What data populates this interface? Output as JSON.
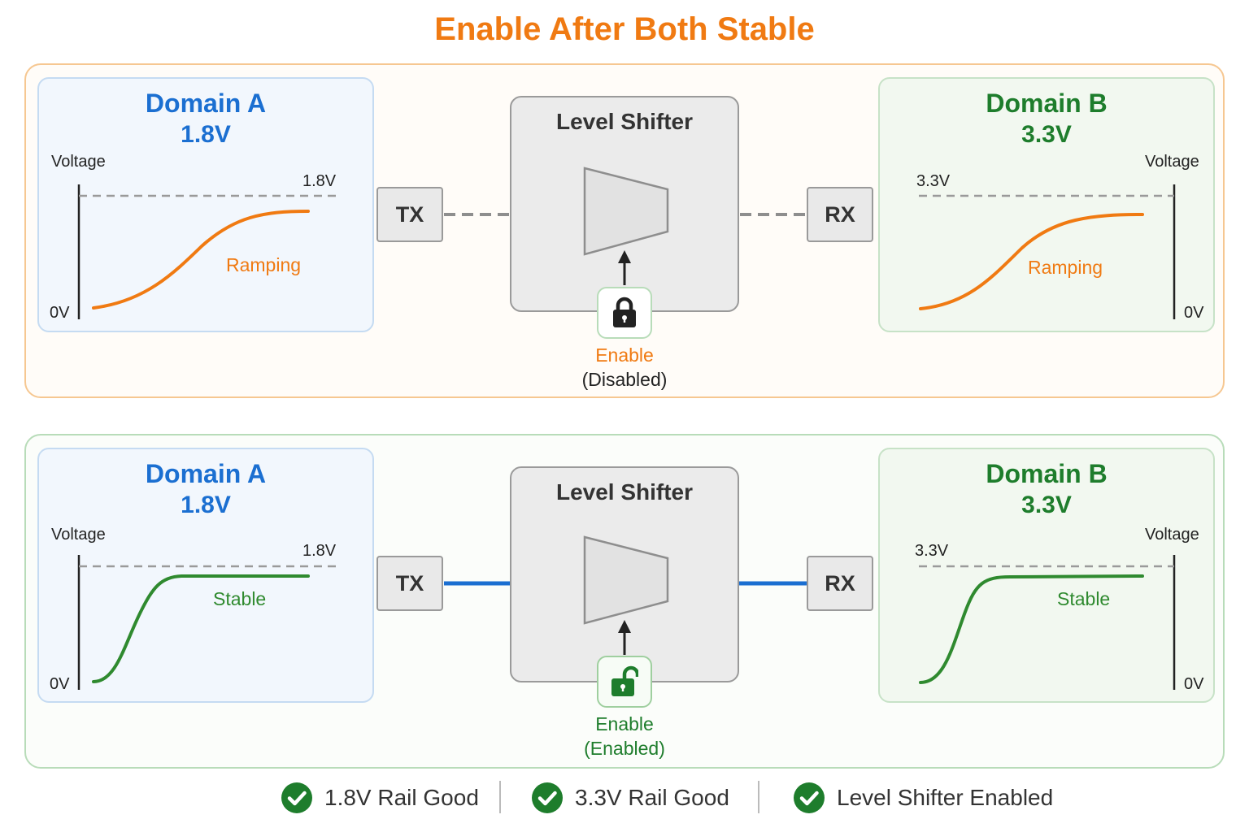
{
  "title": "Enable After Both Stable",
  "colors": {
    "accent_orange": "#f07a12",
    "domain_a_blue": "#1b6fd1",
    "domain_b_green": "#1e7d2c",
    "ramping_curve": "#f07a12",
    "stable_curve": "#2f8a2f",
    "signal_blue": "#1b6fd1",
    "check_green": "#1e7d2c"
  },
  "panels": [
    {
      "state": "ramping",
      "domain_a": {
        "name": "Domain A",
        "voltage": "1.8V",
        "axis_label": "Voltage",
        "target_label": "1.8V",
        "zero_label": "0V",
        "curve_label": "Ramping"
      },
      "domain_b": {
        "name": "Domain B",
        "voltage": "3.3V",
        "axis_label": "Voltage",
        "target_label": "3.3V",
        "zero_label": "0V",
        "curve_label": "Ramping"
      },
      "tx_label": "TX",
      "rx_label": "RX",
      "shifter_title": "Level Shifter",
      "lock_icon": "lock-closed-icon",
      "enable_label": "Enable",
      "enable_state": "(Disabled)"
    },
    {
      "state": "stable",
      "domain_a": {
        "name": "Domain A",
        "voltage": "1.8V",
        "axis_label": "Voltage",
        "target_label": "1.8V",
        "zero_label": "0V",
        "curve_label": "Stable"
      },
      "domain_b": {
        "name": "Domain B",
        "voltage": "3.3V",
        "axis_label": "Voltage",
        "target_label": "3.3V",
        "zero_label": "0V",
        "curve_label": "Stable"
      },
      "tx_label": "TX",
      "rx_label": "RX",
      "shifter_title": "Level Shifter",
      "lock_icon": "lock-open-icon",
      "enable_label": "Enable",
      "enable_state": "(Enabled)"
    }
  ],
  "status": [
    {
      "icon": "check-circle-icon",
      "label": "1.8V Rail Good"
    },
    {
      "icon": "check-circle-icon",
      "label": "3.3V Rail Good"
    },
    {
      "icon": "check-circle-icon",
      "label": "Level Shifter Enabled"
    }
  ]
}
